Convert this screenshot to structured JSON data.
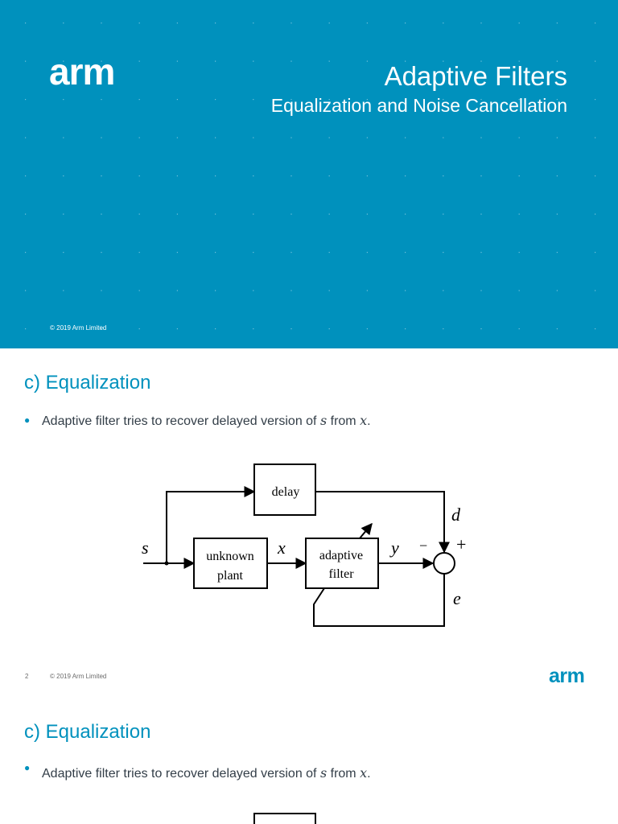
{
  "colors": {
    "title_background": "#0091bd",
    "accent": "#0091bd",
    "body_text": "#333e48"
  },
  "title_slide": {
    "logo": "arm",
    "title": "Adaptive Filters",
    "subtitle": "Equalization and Noise Cancellation",
    "copyright": "© 2019 Arm Limited"
  },
  "slide_2": {
    "heading": "c) Equalization",
    "bullet": {
      "prefix": "Adaptive filter tries to recover delayed version of ",
      "var1": "s",
      "middle": " from ",
      "var2": "x",
      "suffix": "."
    },
    "diagram": {
      "blocks": {
        "delay": "delay",
        "plant_line1": "unknown",
        "plant_line2": "plant",
        "filter_line1": "adaptive",
        "filter_line2": "filter"
      },
      "signals": {
        "s": "s",
        "x": "x",
        "y": "y",
        "d": "d",
        "e": "e",
        "minus": "−",
        "plus": "+"
      }
    },
    "page_number": "2",
    "copyright": "© 2019 Arm Limited",
    "logo": "arm"
  },
  "slide_3": {
    "heading": "c) Equalization",
    "bullet": {
      "prefix": "Adaptive filter tries to recover delayed version of ",
      "var1": "s",
      "middle": " from ",
      "var2": "x",
      "suffix": "."
    }
  }
}
